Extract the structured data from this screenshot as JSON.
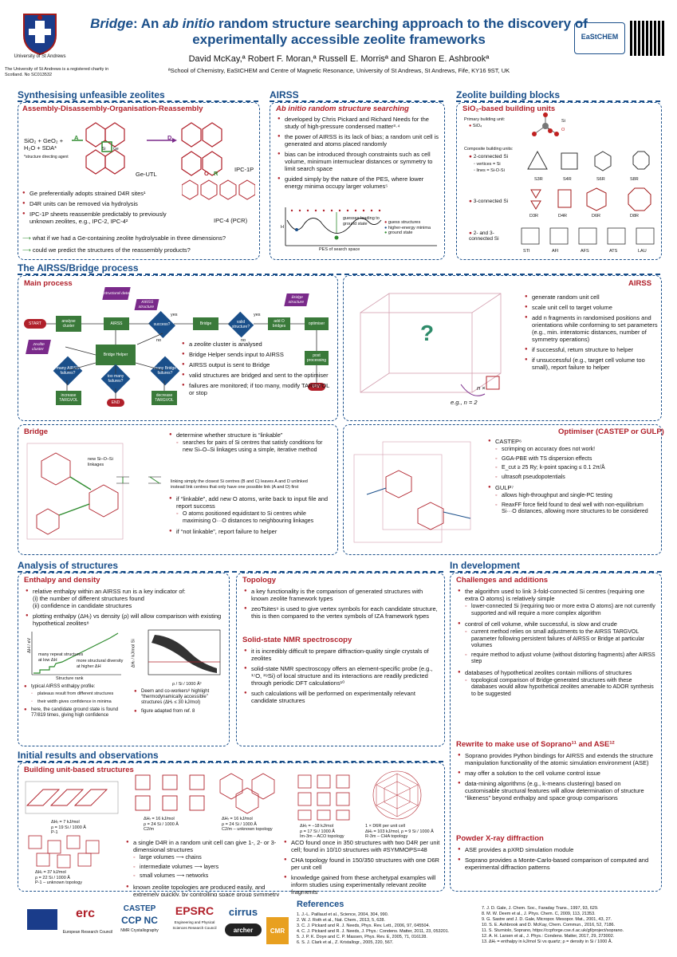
{
  "header": {
    "university": "University of St Andrews",
    "charity": "The University of St Andrews is a registered charity in Scotland. No SC013532",
    "title_line1": "Bridge: An ab initio random structure searching approach to the discovery of",
    "title_line2": "experimentally accessible zeolite frameworks",
    "authors": "David McKay,ª Robert F. Moran,ª Russell E. Morrisª and Sharon E. Ashbrookª",
    "affiliation": "ªSchool of Chemistry, EaStCHEM and Centre of Magnetic Resonance, University of St Andrews, St Andrews, Fife, KY16 9ST, UK",
    "eastchem": "EaStCHEM"
  },
  "s1": {
    "heading": "Synthesising unfeasible zeolites",
    "sub": "Assembly-Disassembly-Organisation-Reassembly",
    "reaction": "SiO₂ + GeO₂ + H₂O + SDA*",
    "sda_note": "*structure directing agent",
    "label_A": "A",
    "label_D": "D",
    "label_O": "O",
    "label_R": "R",
    "label_si": "Si",
    "label_ge": "Ge",
    "ge_utl": "Ge-UTL",
    "ipc1p": "IPC-1P",
    "ipc4": "IPC-4 (PCR)",
    "b1": "Ge preferentially adopts strained D4R sites¹",
    "b2": "D4R units can be removed via hydrolysis",
    "b3": "IPC-1P sheets reassemble predictably to previously unknown zeolites, e.g., IPC-2, IPC-4²",
    "q1": "what if we had a Ge-containing zeolite hydrolysable in three dimensions?",
    "q2": "could we predict the structures of the reassembly products?"
  },
  "s2": {
    "heading": "AIRSS",
    "sub": "Ab initio random structure searching",
    "b1": "developed by Chris Pickard and Richard Needs for the study of high-pressure condensed matter³·⁴",
    "b2": "the power of AIRSS is its lack of bias; a random unit cell is generated and atoms placed randomly",
    "b3": "bias can be introduced through constraints such as cell volume, minimum internuclear distances or symmetry to limit search space",
    "b4": "guided simply by the nature of the PES, where lower energy minima occupy larger volumes⁵",
    "pes_note": "guesses leading to ground state",
    "leg1": "guess structures",
    "leg2": "higher-energy minima",
    "leg3": "ground state",
    "xlabel": "PES of search space",
    "ylabel": "H"
  },
  "s3": {
    "heading": "Zeolite building blocks",
    "sub": "SiO₂-based building units",
    "primary": "Primary building unit:",
    "p1": "SiO₄",
    "composite": "Composite building units:",
    "c1": "2-connected Si",
    "c2": "vertices = Si",
    "c3": "lines = Si-O-Si",
    "c4": "3-connected Si",
    "c5": "2- and 3-connected Si",
    "r1": [
      "S3R",
      "S4R",
      "S6R",
      "S8R"
    ],
    "r2": [
      "D3R",
      "D4R",
      "D6R",
      "D8R"
    ],
    "r3": [
      "STI",
      "AFI",
      "AFS",
      "ATS",
      "LAU"
    ],
    "atom_si": "Si",
    "atom_o": "O"
  },
  "s4": {
    "heading": "The AIRSS/Bridge process",
    "main": "Main process",
    "nodes": {
      "start": "START",
      "analyse": "analyse cluster",
      "airss": "AIRSS",
      "success": "success?",
      "bridge": "Bridge",
      "valid": "valid structure?",
      "addo": "add O bridges",
      "opt": "optimiser",
      "post": "post processing",
      "end": "END",
      "helper": "Bridge Helper",
      "zeolite": "zeolite cluster",
      "struct": "structural data",
      "airss_s": "AIRSS structure",
      "bridge_s": "Bridge structure",
      "many1": "many AIRSS failures?",
      "many2": "too many failures?",
      "many3": "many Bridge failures?",
      "inc": "increase TARGVOL",
      "dec": "decrease TARGVOL",
      "yes": "yes",
      "no": "no"
    },
    "b1": "a zeolite cluster is analysed",
    "b2": "Bridge Helper sends input to AIRSS",
    "b3": "AIRSS output is sent to Bridge",
    "b4": "valid structures are bridged and sent to the optimiser",
    "b5": "failures are monitored; if too many, modify TARGVOL or stop",
    "airss_title": "AIRSS",
    "a1": "generate random unit cell",
    "a2": "scale unit cell to target volume",
    "a3": "add n fragments in randomised positions and orientations while conforming to set parameters (e.g., min. interatomic distances, number of symmetry operations)",
    "a4": "if successful, return structure to helper",
    "a5": "if unsuccessful (e.g., target cell volume too small), report failure to helper",
    "nx": "n ×",
    "eg": "e.g., n = 2",
    "qmark": "?",
    "bridge_title": "Bridge",
    "br1": "determine whether structure is “linkable”",
    "br1a": "searches for pairs of Si centres that satisfy conditions for new Si–O–Si linkages using a simple, iterative method",
    "br_fig": "new Si–O–Si linkages",
    "br_cap1": "linking simply the closest Si centres (B and C) leaves A and D unlinked",
    "br_cap2": "instead link centres that only have one possible link (A and D) first",
    "br2": "if “linkable”, add new O atoms, write back to input file and report success",
    "br2a": "O atoms positioned equidistant to Si centres while maximising O···O distances to neighbouring linkages",
    "br3": "if “not linkable”, report failure to helper",
    "opt_title": "Optimiser (CASTEP or GULP)",
    "o1": "CASTEP⁶",
    "o1a": "scrimping on accuracy does not work!",
    "o1b": "GGA-PBE with TS dispersion effects",
    "o1c": "E_cut ≥ 25 Ry; k-point spacing ≤ 0.1 2π/Å",
    "o1d": "ultrasoft pseudopotentials",
    "o2": "GULP⁷",
    "o2a": "allows high-throughput and single-PC testing",
    "o2b": "ReaxFF force field found to deal well with non-equilibrium Si···O distances, allowing more structures to be considered"
  },
  "s5": {
    "heading": "Analysis of structures",
    "sub1": "Enthalpy and density",
    "e1": "relative enthalpy within an AIRSS run is a key indicator of:",
    "e1i": "(i)  the number of different structures found",
    "e1ii": "(ii)  confidence in candidate structures",
    "e2": "plotting enthalpy (ΔHᵣ) vs density (ρ) will allow comparison with existing hypothetical zeolites⁸",
    "p1": "many repeat structures at low ΔH",
    "p2": "more structural diversity at higher ΔH",
    "p_x": "Structure rank",
    "p_y": "ΔH / eV",
    "p2_x": "ρ / Si / 1000 Å³",
    "p2_y": "ΔHᵣ / kJ/mol Si",
    "n1": "typical AIRSS enthalpy profile:",
    "n1a": "plateaus result from different structures",
    "n1b": "their width gives confidence in minima",
    "n2": "here, the candidate ground state is found 77/819 times, giving high confidence",
    "n3": "Deem and co-workers⁸ highlight “thermodynamically accessible” structures (ΔHᵣ ≤ 30 kJ/mol)",
    "n4": "figure adapted from ref. 8",
    "sub2": "Topology",
    "t1": "a key functionality is the comparison of generated structures with known zeolite framework types",
    "t2": "zeoTsites⁹ is used to give vertex symbols for each candidate structure, this is then compared to the vertex symbols of IZA framework types",
    "sub3": "Solid-state NMR spectroscopy",
    "m1": "it is incredibly difficult to prepare diffraction-quality single crystals of zeolites",
    "m2": "solid-state NMR spectroscopy offers an element-specific probe (e.g., ¹⁷O, ²⁹Si) of local structure and its interactions are readily predicted through periodic DFT calculations¹⁰",
    "m3": "such calculations will be performed on experimentally relevant candidate structures"
  },
  "s6": {
    "heading": "In development",
    "sub1": "Challenges and additions",
    "c1": "the algorithm used to link 3-fold-connected Si centres (requiring one extra O atoms) is relatively simple",
    "c1a": "lower-connected Si (requiring two or more extra O atoms) are not currently supported and will require a more complex algorithm",
    "c2": "control of cell volume, while successful, is slow and crude",
    "c2a": "current method relies on small adjustments to the AIRSS TARGVOL parameter following persistent failures of AIRSS or Bridge at particular volumes",
    "c2b": "require method to adjust volume (without distorting fragments) after AIRSS step",
    "c3": "databases of hypothetical zeolites contain millions of structures",
    "c3a": "topological comparison of Bridge-generated structures with these databases would allow hypothetical zeolites amenable to ADOR synthesis to be suggested",
    "sub2": "Rewrite to make use of Soprano¹¹ and ASE¹²",
    "r1": "Soprano provides Python bindings for AIRSS and extends the structure manipulation functionality of the atomic simulation environment (ASE)",
    "r2": "may offer a solution to the cell volume control issue",
    "r3": "data-mining algorithms (e.g., k-means clustering) based on customisable structural features will allow determination of structure “likeness” beyond enthalpy and space group comparisons",
    "sub3": "Powder X-ray diffraction",
    "x1": "ASE provides a pXRD simulation module",
    "x2": "Soprano provides a Monte-Carlo-based comparison of computed and experimental diffraction patterns"
  },
  "s7": {
    "heading": "Initial results and observations",
    "sub": "Building unit-based structures",
    "s1": "ΔHᵣ = 7 kJ/mol\nρ = 19 Si / 1000 Å\nP-1",
    "s2": "ΔHᵣ = 16 kJ/mol\nρ = 24 Si / 1000 Å\nC2/m",
    "s3": "ΔHᵣ = 16 kJ/mol\nρ = 24 Si / 1000 Å\nC2/m – unknown topology",
    "s4": "ΔHᵣ = −18 kJ/mol\nρ = 17 Si / 1000 Å\nIm-3m – ACO topology",
    "s5": "1 × D6R per unit cell\nΔHᵣ = 103 kJ/mol, ρ = 9 Si / 1000 Å\nR-3m – CHA topology",
    "s6": "ΔHᵣ = 37 kJ/mol\nρ = 22 Si / 1000 Å\nP-1 – unknown topology",
    "b1": "a single D4R in a random unit cell can give 1-, 2- or 3-dimensional structures",
    "b1a": "large volumes  ⟶  chains",
    "b1b": "intermediate volumes  ⟶  layers",
    "b1c": "small volumes  ⟶  networks",
    "b2": "known zeolite topologies are produced easily, and extremely quickly, by controlling space group symmetry",
    "b3": "ACO found once in 350 structures with two D4R per unit cell; found in 10/10 structures with #SYMMOPS=48",
    "b4": "CHA topology found in 150/350 structures with one D6R per unit cell",
    "b5": "knowledge gained from these archetypal examples will inform studies using experimentally relevant zeolite fragments"
  },
  "refs": {
    "heading": "References",
    "col1": [
      "1. J.-L. Paillaud et al., Science, 2004, 304, 990.",
      "2. W. J. Roth et al., Nat. Chem., 2013, 5, 628.",
      "3. C. J. Pickard and R. J. Needs, Phys. Rev. Lett., 2006, 97, 045504.",
      "4. C. J. Pickard and R. J. Needs, J. Phys.: Condens. Matter, 2011, 23, 053201.",
      "5. J. P. K. Doye and C. P. Massen, Phys. Rev. E, 2005, 71, 016128.",
      "6. S. J. Clark et al., Z. Kristallogr., 2005, 220, 567."
    ],
    "col2": [
      "7. J. D. Gale, J. Chem. Soc., Faraday Trans., 1997, 93, 629.",
      "8. M. W. Deem et al., J. Phys. Chem. C, 2009, 113, 21353.",
      "9. G. Sastre and J. D. Gale, Micropor. Mesopor. Mat., 2001, 43, 27.",
      "10. S. E. Ashbrook and D. McKay, Chem. Commun., 2016, 52, 7186.",
      "11. S. Sturniolo, Soprano, https://ccpforge.cse.rl.ac.uk/gf/project/soprano.",
      "12. A. H. Larsen et al., J. Phys.: Condens. Matter, 2017, 29, 273002.",
      "13. ΔHᵣ = enthalpy in kJ/mol Si vs quartz; ρ = density in Si / 1000 Å."
    ]
  },
  "sponsors": {
    "erc": "erc",
    "erc_sub": "European Research Council",
    "castep": "CASTEP",
    "ccpnc": "CCP NC",
    "ccpnc_sub": "NMR Crystallography",
    "epsrc": "EPSRC",
    "epsrc_sub": "Engineering and Physical Sciences Research Council",
    "cirrus": "cirrus",
    "archer": "archer",
    "cmr": "CMR"
  }
}
